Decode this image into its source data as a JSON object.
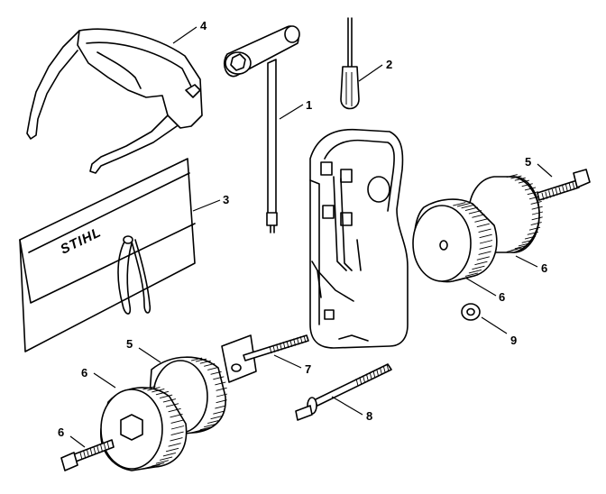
{
  "brand_text": "STIHL",
  "callouts": [
    {
      "id": "c1",
      "label": "1"
    },
    {
      "id": "c2",
      "label": "2"
    },
    {
      "id": "c3",
      "label": "3"
    },
    {
      "id": "c4",
      "label": "4"
    },
    {
      "id": "c5a",
      "label": "5"
    },
    {
      "id": "c5b",
      "label": "5"
    },
    {
      "id": "c6a",
      "label": "6"
    },
    {
      "id": "c6b",
      "label": "6"
    },
    {
      "id": "c6c",
      "label": "6"
    },
    {
      "id": "c6d",
      "label": "6"
    },
    {
      "id": "c7",
      "label": "7"
    },
    {
      "id": "c8",
      "label": "8"
    },
    {
      "id": "c9",
      "label": "9"
    }
  ]
}
